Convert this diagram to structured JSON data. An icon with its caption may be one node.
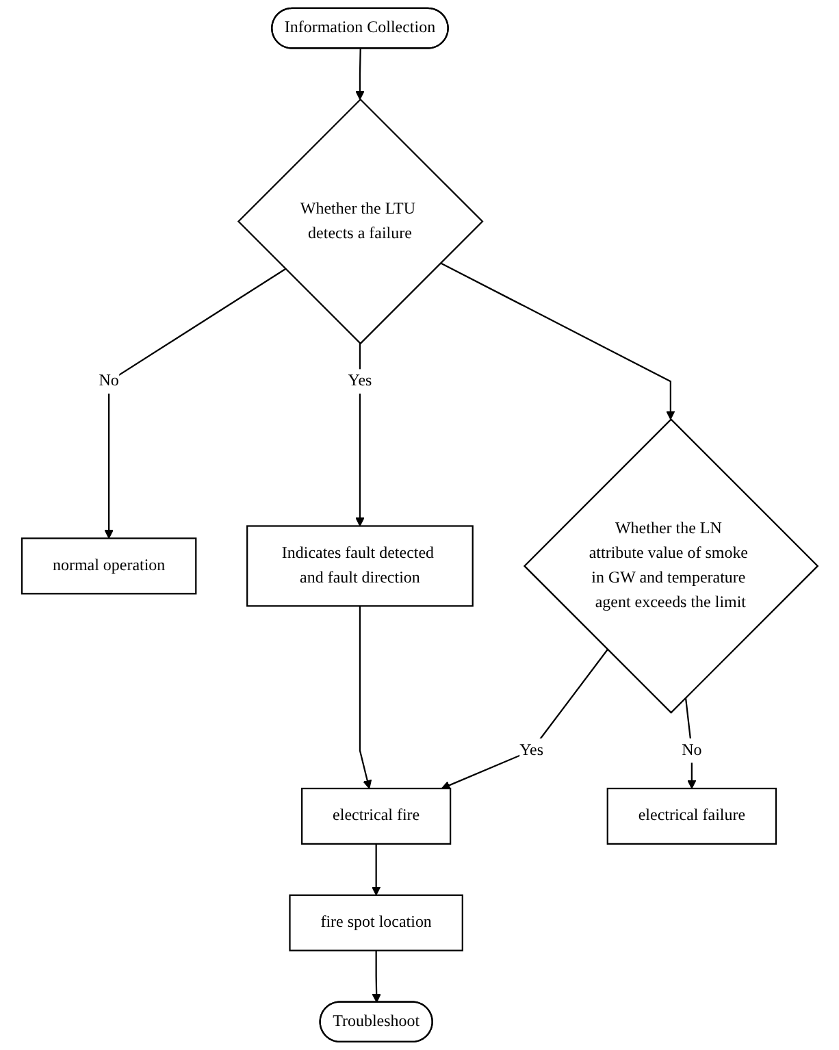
{
  "diagram": {
    "nodes": [
      {
        "text": [
          "Information Collection"
        ]
      },
      {
        "text": [
          "Whether the LTU detects a failure"
        ]
      },
      {
        "text": [
          "normal operation"
        ]
      },
      {
        "text": [
          "Indicates fault detected and fault direction"
        ]
      },
      {
        "text": [
          "Whether the LN attribute value of smoke in GW and temperature agent exceeds the limit"
        ]
      },
      {
        "text": [
          "electrical fire"
        ]
      },
      {
        "text": [
          "electrical failure"
        ]
      },
      {
        "text": [
          "fire spot location"
        ]
      },
      {
        "text": [
          "Troubleshoot"
        ]
      }
    ],
    "edges": [
      {
        "from": 0,
        "to": 1,
        "arrow": "to"
      },
      {
        "from": 1,
        "to": 2,
        "label": "No",
        "arrow": "to"
      },
      {
        "from": 1,
        "to": 3,
        "label": "Yes",
        "arrow": "to"
      },
      {
        "from": 1,
        "to": 4,
        "arrow": "to"
      },
      {
        "from": 3,
        "to": 5,
        "arrow": "to"
      },
      {
        "from": 4,
        "to": 5,
        "label": "Yes",
        "arrow": "to"
      },
      {
        "from": 4,
        "to": 6,
        "label": "No",
        "arrow": "to"
      },
      {
        "from": 5,
        "to": 7,
        "arrow": "to"
      },
      {
        "from": 7,
        "to": 8,
        "arrow": "to"
      }
    ]
  }
}
